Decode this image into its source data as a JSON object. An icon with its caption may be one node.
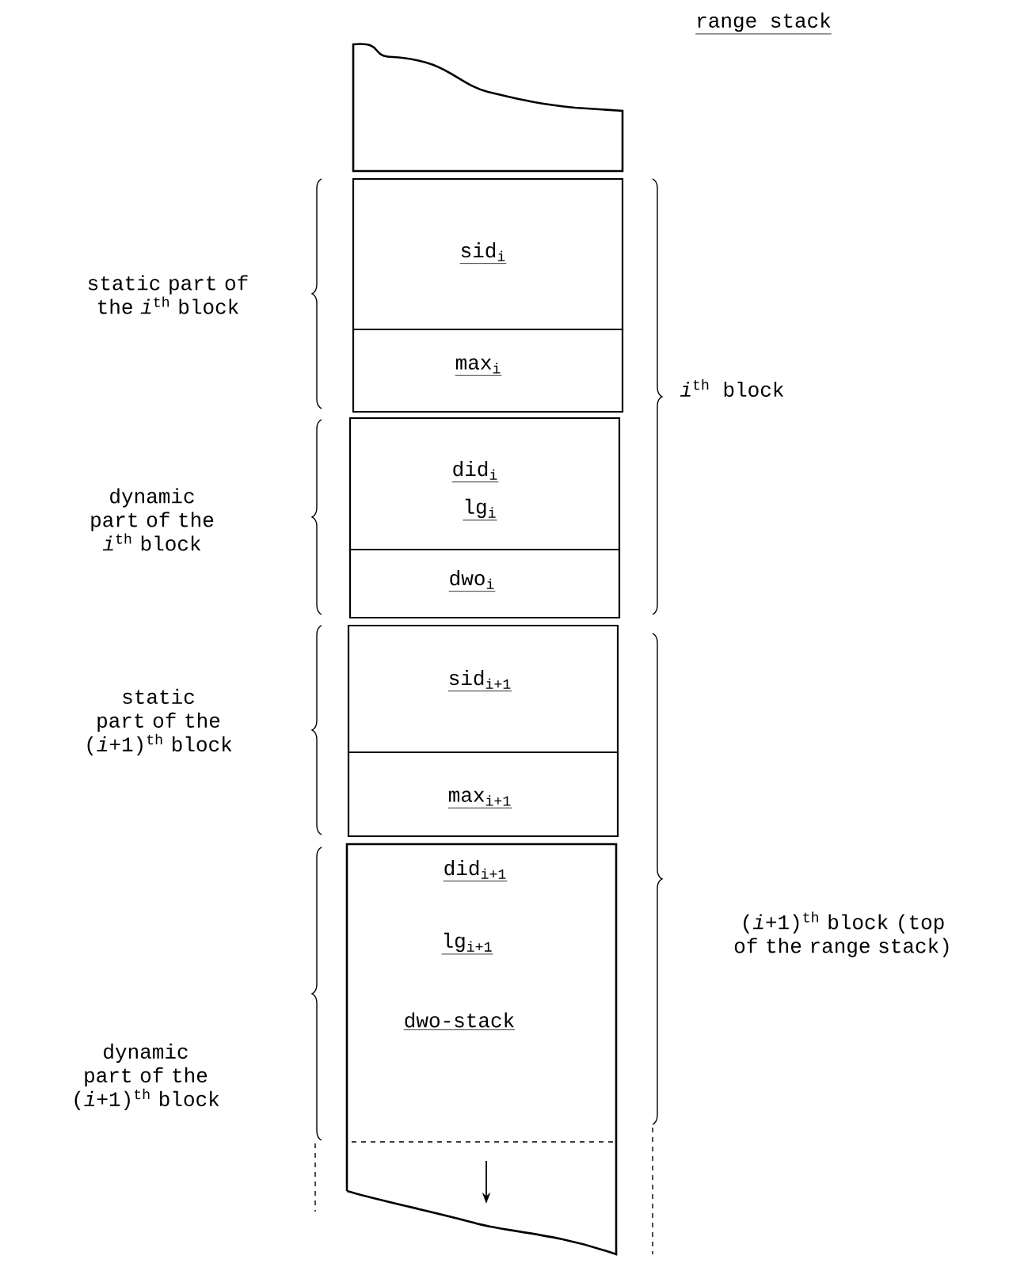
{
  "diagram": {
    "nodes": [
      {
        "text": [],
        "shape": "box"
      },
      {
        "text": [
          "sid$_{i}$"
        ]
      },
      {
        "text": [
          "max$_{i}$"
        ]
      },
      {
        "text": [
          "did$_{i}$",
          "lg$_{i}$"
        ]
      },
      {
        "text": [
          "dwo$_{i}$"
        ]
      },
      {
        "text": [
          "sid$_{i+1}$"
        ]
      },
      {
        "text": [
          "max$_{i+1}$"
        ]
      },
      {
        "text": [
          "did$_{i+1}$",
          "lg$_{i+1}$",
          "dwo-stack"
        ]
      }
    ],
    "labels": [
      "range stack",
      "static part of the *i*$^{th}$ block",
      "dynamic part of the *i*$^{th}$ block",
      "static part of the (*i*+1)$^{th}$ block",
      "dynamic part of the (*i*+1)$^{th}$ block",
      "*i*$^{th}$ block",
      "(*i*+1)$^{th}$ block (top of the range stack)"
    ]
  }
}
